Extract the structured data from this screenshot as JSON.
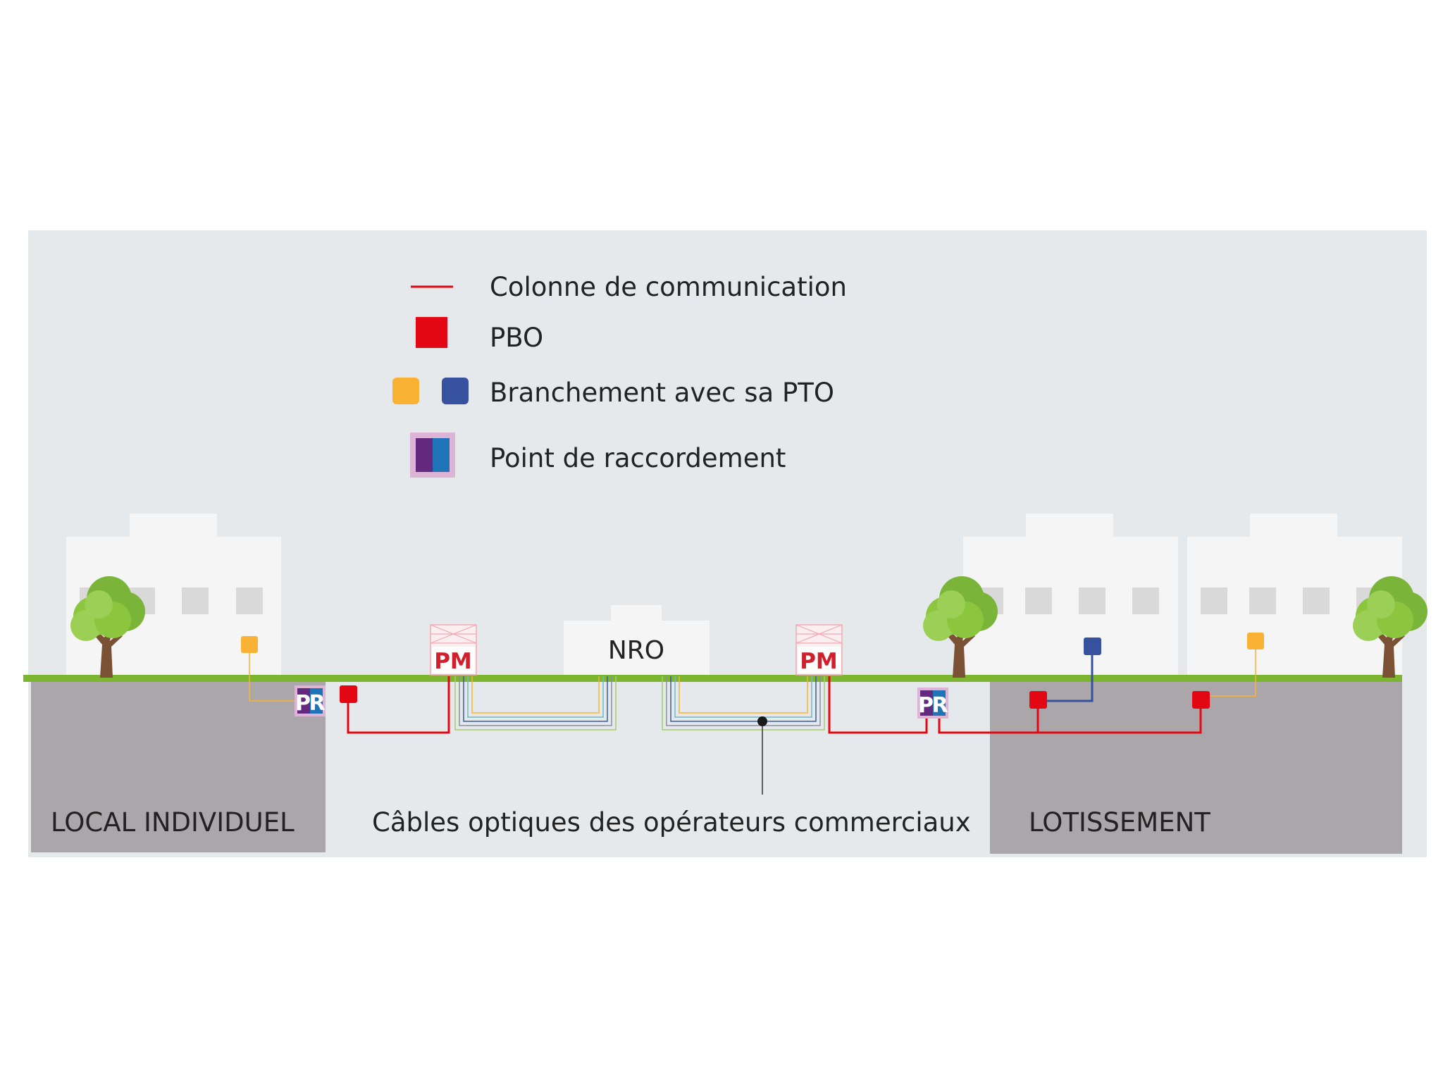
{
  "legend": {
    "items": [
      {
        "symbol": "red-line",
        "label": "Colonne de communication"
      },
      {
        "symbol": "red-square",
        "label": "PBO"
      },
      {
        "symbol": "orange-blue-squares",
        "label": "Branchement avec sa PTO"
      },
      {
        "symbol": "purple-blue-square",
        "label": "Point de raccordement"
      }
    ]
  },
  "labels": {
    "nro": "NRO",
    "pm": "PM",
    "pr": [
      "P",
      "R"
    ],
    "local_individuel": "LOCAL INDIVIDUEL",
    "lotissement": "LOTISSEMENT",
    "cables": "Câbles optiques des opérateurs commerciaux"
  },
  "colors": {
    "background": "#e5e9eb",
    "ground": "#7cb530",
    "underground": "#aba6a9",
    "building": "#f5f5f5",
    "window": "#d9d9d9",
    "pbo_red": "#e30613",
    "pto_orange": "#f9b233",
    "pto_blue": "#36519e",
    "pr_purple": "#62297f",
    "pr_blue": "#1f73b7",
    "pr_pink": "#ddb3d6",
    "tree_green": "#8cc63f",
    "tree_trunk": "#7b5135"
  },
  "fiber_colors": [
    "#f9b233",
    "#6fb7c9",
    "#3b5a9c",
    "#8a8fa0",
    "#a6cc6e"
  ]
}
